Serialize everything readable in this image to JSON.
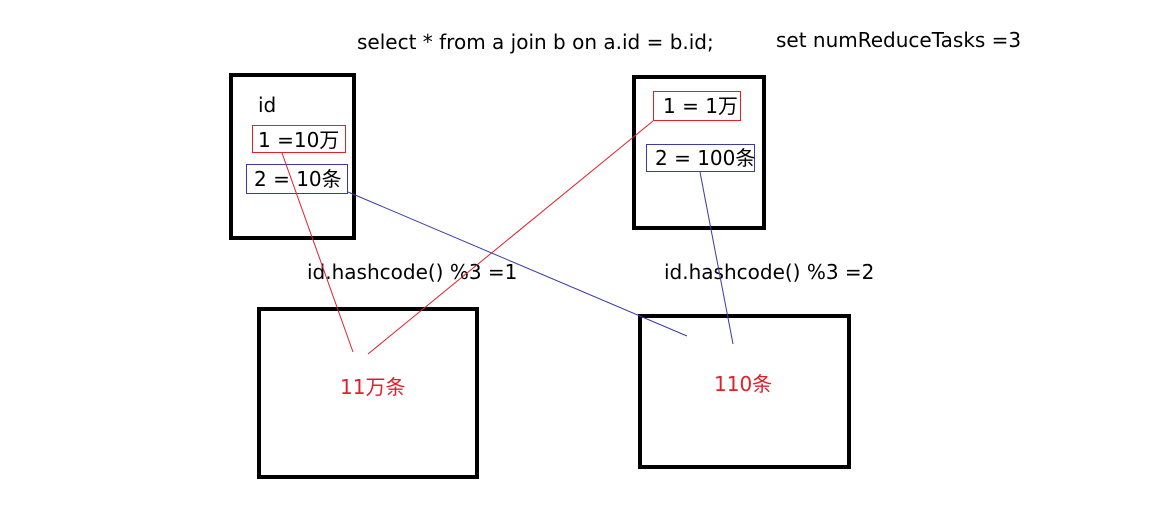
{
  "header": {
    "sql": "select  * from a join b on a.id = b.id;",
    "setting": "set numReduceTasks =3"
  },
  "table_a": {
    "header": "id",
    "row1": "1  =10万",
    "row2": "2  = 10条"
  },
  "table_b": {
    "row1": "1 = 1万",
    "row2": "2 = 100条"
  },
  "hash_labels": {
    "left": "id.hashcode() %3 =1",
    "right": "id.hashcode() %3 =2"
  },
  "reducers": {
    "left_count": "11万条",
    "right_count": "110条"
  },
  "colors": {
    "red": "#e0202a",
    "blue": "#3a3aa8",
    "black": "#000000"
  }
}
